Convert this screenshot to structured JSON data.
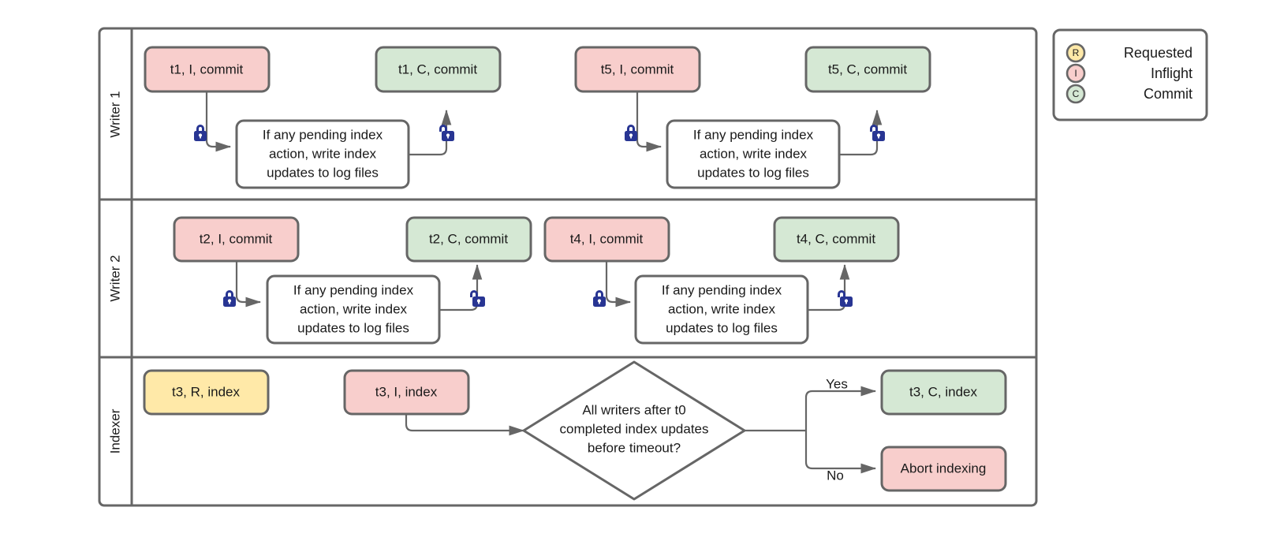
{
  "diagram": {
    "type": "swimlane-flowchart",
    "colors": {
      "inflight": "#f8cecc",
      "commit": "#d5e8d4",
      "requested": "#ffe9a8",
      "plain": "#ffffff",
      "stroke": "#666666",
      "lock": "#283593",
      "text": "#1a1a1a"
    },
    "lanes": [
      {
        "id": "writer1",
        "label": "Writer 1"
      },
      {
        "id": "writer2",
        "label": "Writer 2"
      },
      {
        "id": "indexer",
        "label": "Indexer"
      }
    ],
    "process_text": "If any pending index action, write index updates to log files",
    "process_lines": [
      "If any pending index",
      "action, write index",
      "updates to log files"
    ],
    "nodes": {
      "w1_t1_inflight": "t1, I, commit",
      "w1_t1_commit": "t1, C, commit",
      "w1_t5_inflight": "t5, I, commit",
      "w1_t5_commit": "t5, C, commit",
      "w2_t2_inflight": "t2, I, commit",
      "w2_t2_commit": "t2, C, commit",
      "w2_t4_inflight": "t4, I, commit",
      "w2_t4_commit": "t4, C, commit",
      "ix_t3_requested": "t3, R, index",
      "ix_t3_inflight": "t3, I, index",
      "ix_t3_commit": "t3, C, index",
      "ix_abort": "Abort indexing"
    },
    "decision": {
      "text": "All writers after t0 completed index updates before timeout?",
      "lines": [
        "All writers after t0",
        "completed index updates",
        "before timeout?"
      ]
    },
    "edge_labels": {
      "yes": "Yes",
      "no": "No"
    },
    "icons": {
      "locked": "lock-closed-icon",
      "unlocked": "lock-open-icon"
    },
    "legend": {
      "items": [
        {
          "letter": "R",
          "label": "Requested",
          "color": "#ffe9a8"
        },
        {
          "letter": "I",
          "label": "Inflight",
          "color": "#f8cecc"
        },
        {
          "letter": "C",
          "label": "Commit",
          "color": "#d5e8d4"
        }
      ]
    }
  }
}
